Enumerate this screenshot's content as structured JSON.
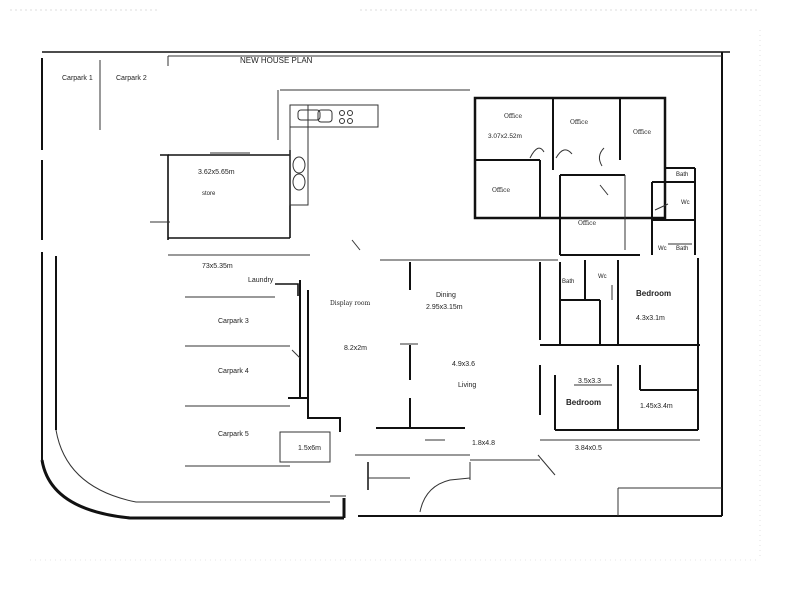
{
  "plan": {
    "title": "NEW HOUSE PLAN",
    "carparks": {
      "c1": "Carpark 1",
      "c2": "Carpark 2",
      "c3": "Carpark 3",
      "c4": "Carpark 4",
      "c5": "Carpark 5"
    },
    "rooms": {
      "store_name": "store",
      "store_dim": "3.62x5.65m",
      "laundry_name": "Laundry",
      "laundry_dim": "73x5.35m",
      "display_name": "Display room",
      "display_dim": "8.2x2m",
      "dining_name": "Dining",
      "dining_dim": "2.95x3.15m",
      "living_name": "Living",
      "living_dim": "4.9x3.6",
      "hall_dim": "1.8x4.8",
      "small_room_dim": "1.5x6m",
      "office_1": "Office",
      "office_1_dim": "3.07x2.52m",
      "office_2": "Office",
      "office_3": "Office",
      "office_4": "Office",
      "office_5": "Office",
      "bath_1": "Bath",
      "bath_2": "Bath",
      "bath_3": "Bath",
      "wc_1": "Wc",
      "wc_2": "Wc",
      "wc_3": "Wc",
      "bedroom_1": "Bedroom",
      "bedroom_1_dim": "4.3x3.1m",
      "bedroom_2": "Bedroom",
      "bedroom_2_dim": "3.5x3.3",
      "corner_dim": "3.84x0.5",
      "room_dim_right": "1.45x3.4m"
    }
  }
}
